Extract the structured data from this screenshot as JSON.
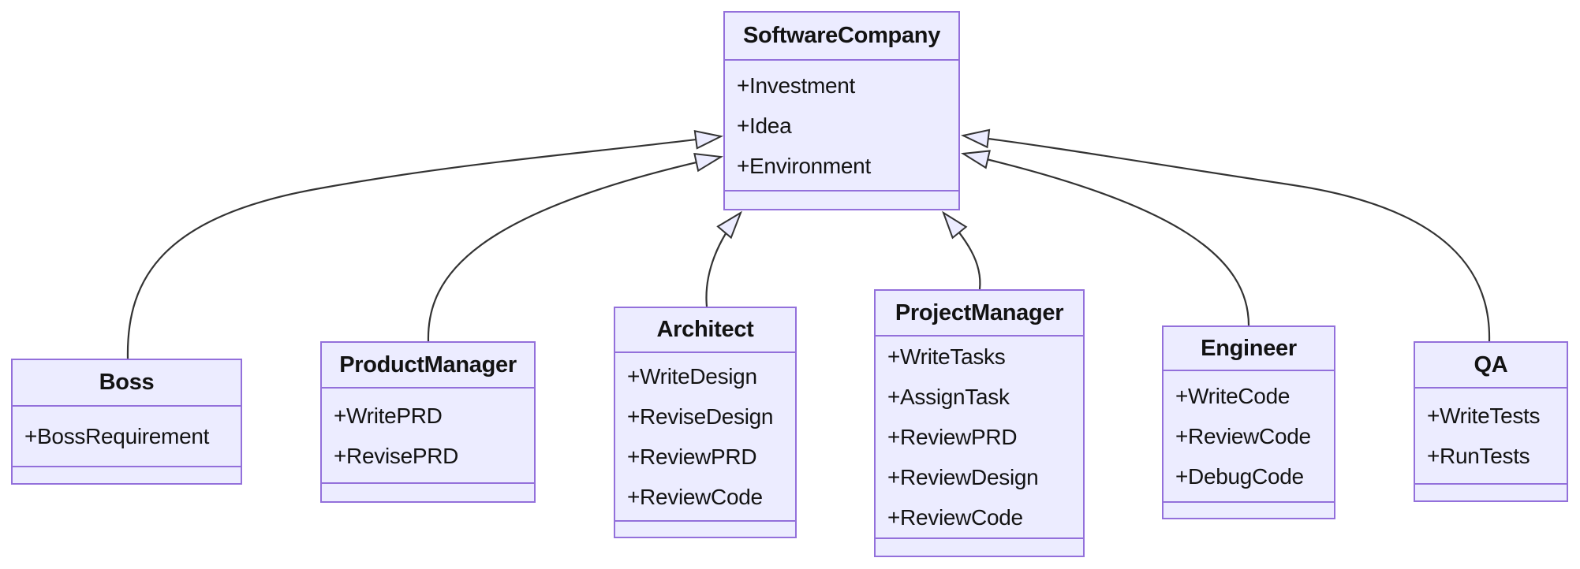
{
  "theme": {
    "background": "#ffffff",
    "node_fill": "#ECECFF",
    "node_border": "#9370DB",
    "edge_color": "#333333",
    "text_color": "#131313"
  },
  "diagram_type": "uml-class-diagram",
  "classes": {
    "software_company": {
      "name": "SoftwareCompany",
      "members": [
        "+Investment",
        "+Idea",
        "+Environment"
      ],
      "methods": []
    },
    "boss": {
      "name": "Boss",
      "members": [
        "+BossRequirement"
      ],
      "methods": []
    },
    "product_manager": {
      "name": "ProductManager",
      "members": [
        "+WritePRD",
        "+RevisePRD"
      ],
      "methods": []
    },
    "architect": {
      "name": "Architect",
      "members": [
        "+WriteDesign",
        "+ReviseDesign",
        "+ReviewPRD",
        "+ReviewCode"
      ],
      "methods": []
    },
    "project_manager": {
      "name": "ProjectManager",
      "members": [
        "+WriteTasks",
        "+AssignTask",
        "+ReviewPRD",
        "+ReviewDesign",
        "+ReviewCode"
      ],
      "methods": []
    },
    "engineer": {
      "name": "Engineer",
      "members": [
        "+WriteCode",
        "+ReviewCode",
        "+DebugCode"
      ],
      "methods": []
    },
    "qa": {
      "name": "QA",
      "members": [
        "+WriteTests",
        "+RunTests"
      ],
      "methods": []
    }
  },
  "relations": [
    {
      "from": "Boss",
      "to": "SoftwareCompany",
      "type": "inheritance"
    },
    {
      "from": "ProductManager",
      "to": "SoftwareCompany",
      "type": "inheritance"
    },
    {
      "from": "Architect",
      "to": "SoftwareCompany",
      "type": "inheritance"
    },
    {
      "from": "ProjectManager",
      "to": "SoftwareCompany",
      "type": "inheritance"
    },
    {
      "from": "Engineer",
      "to": "SoftwareCompany",
      "type": "inheritance"
    },
    {
      "from": "QA",
      "to": "SoftwareCompany",
      "type": "inheritance"
    }
  ]
}
